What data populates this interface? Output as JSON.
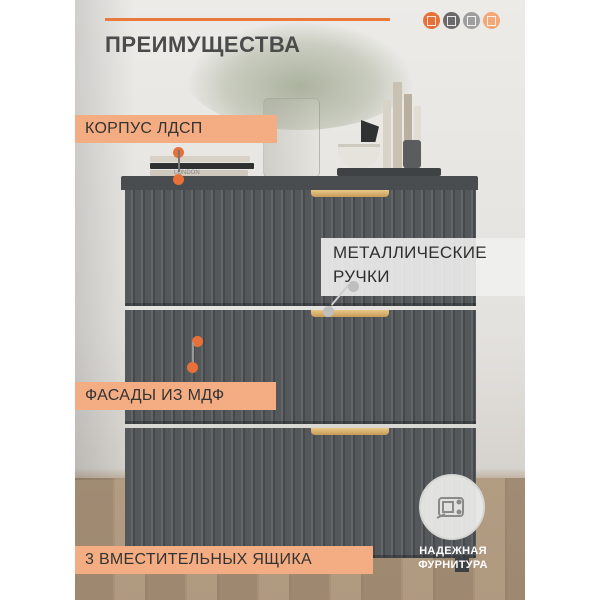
{
  "title": "ПРЕИМУЩЕСТВА",
  "color_swatches": [
    {
      "name": "orange-swatch-icon",
      "color": "#e8713a"
    },
    {
      "name": "gray-swatch-icon",
      "color": "#6a6a6a"
    },
    {
      "name": "light-gray-swatch-icon",
      "color": "#9e9e9e"
    },
    {
      "name": "peach-swatch-icon",
      "color": "#f3a878"
    }
  ],
  "features": {
    "body": "КОРПУС ЛДСП",
    "handles_line1": "МЕТАЛЛИЧЕСКИЕ",
    "handles_line2": "РУЧКИ",
    "fronts": "ФАСАДЫ ИЗ МДФ",
    "drawers": "3 ВМЕСТИТЕЛЬНЫХ ЯЩИКА"
  },
  "hardware": {
    "line1": "НАДЕЖНАЯ",
    "line2": "ФУРНИТУРА",
    "icon": "hinge-icon"
  },
  "decor": {
    "book_spine_text": "LONDON"
  },
  "colors": {
    "accent": "#e87a3c",
    "label_bg": "#f4ad83",
    "dresser": "#55585b",
    "handle": "#d9b272"
  }
}
